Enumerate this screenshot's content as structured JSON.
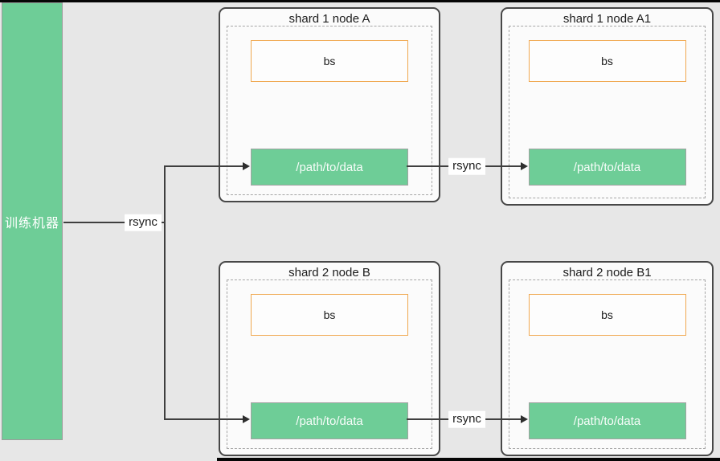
{
  "diagram": {
    "source_machine": "训练机器"
  },
  "nodes": [
    {
      "title": "shard 1 node A",
      "bs": "bs",
      "data_path": "/path/to/data"
    },
    {
      "title": "shard 1 node A1",
      "bs": "bs",
      "data_path": "/path/to/data"
    },
    {
      "title": "shard 2 node B",
      "bs": "bs",
      "data_path": "/path/to/data"
    },
    {
      "title": "shard 2 node B1",
      "bs": "bs",
      "data_path": "/path/to/data"
    }
  ],
  "edges": [
    {
      "label": "rsync"
    },
    {
      "label": "rsync"
    },
    {
      "label": "rsync"
    }
  ],
  "colors": {
    "background": "#e7e7e7",
    "green": "#6ecd97",
    "orange_border": "#f0a850",
    "node_background": "#fbfbfb",
    "node_border": "#474747",
    "dashed_border": "#a5a5a5",
    "line": "#3f3f3f",
    "text_dark": "#1c1c1c",
    "text_white": "#ffffff"
  }
}
